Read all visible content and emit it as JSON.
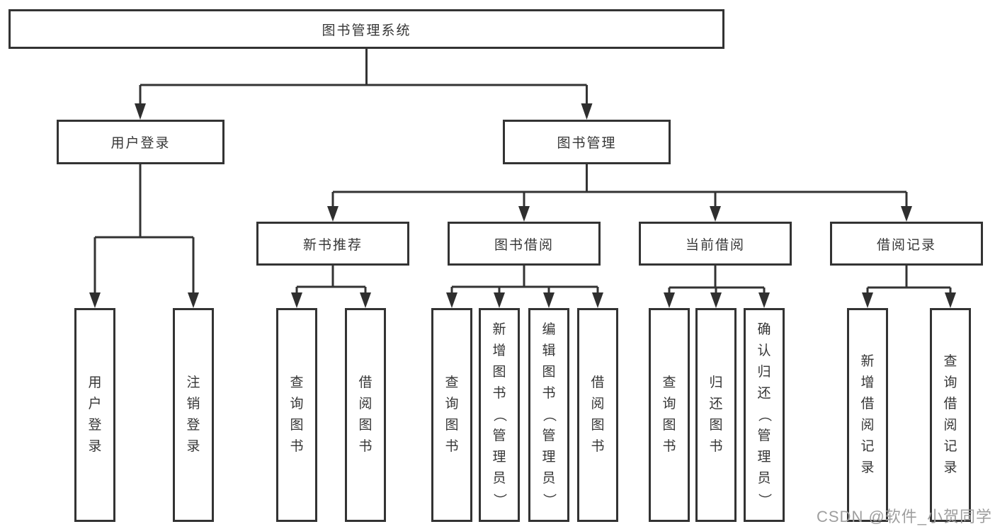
{
  "title": "图书管理系统",
  "watermark": "CSDN @软件_小贺同学",
  "colors": {
    "line": "#333333",
    "arrow": "#2f2f2f",
    "text": "#363636",
    "watermark_text": "#9e9e9e",
    "background": "#ffffff"
  },
  "tree": {
    "root": {
      "label": "图书管理系统"
    },
    "level2": [
      {
        "label": "用户登录"
      },
      {
        "label": "图书管理"
      }
    ],
    "level3": [
      {
        "label": "新书推荐"
      },
      {
        "label": "图书借阅"
      },
      {
        "label": "当前借阅"
      },
      {
        "label": "借阅记录"
      }
    ],
    "leaves": {
      "user_login": [
        "用户登录",
        "注销登录"
      ],
      "new_book": [
        "查询图书",
        "借阅图书"
      ],
      "book_borrow": [
        "查询图书",
        "新增图书（管理员）",
        "编辑图书（管理员）",
        "借阅图书"
      ],
      "current_borrow": [
        "查询图书",
        "归还图书",
        "确认归还（管理员）"
      ],
      "borrow_record": [
        "新增借阅记录",
        "查询借阅记录"
      ]
    }
  }
}
